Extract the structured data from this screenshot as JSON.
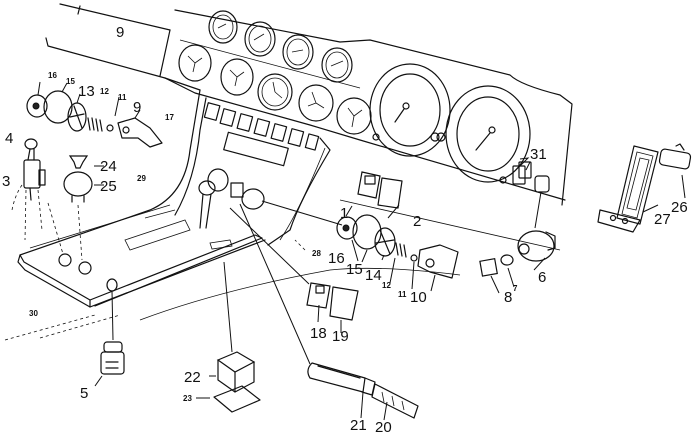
{
  "diagram": {
    "type": "exploded-parts-view",
    "subject": "dashboard instrument panel and center console with switches",
    "callouts": [
      {
        "id": "c9top",
        "label": "9",
        "size": "big"
      },
      {
        "id": "c16a",
        "label": "16",
        "size": "small"
      },
      {
        "id": "c15a",
        "label": "15",
        "size": "small"
      },
      {
        "id": "c13",
        "label": "13",
        "size": "big"
      },
      {
        "id": "c12a",
        "label": "12",
        "size": "small"
      },
      {
        "id": "c11a",
        "label": "11",
        "size": "small"
      },
      {
        "id": "c9",
        "label": "9",
        "size": "big"
      },
      {
        "id": "c17",
        "label": "17",
        "size": "small"
      },
      {
        "id": "c4",
        "label": "4",
        "size": "big"
      },
      {
        "id": "c3",
        "label": "3",
        "size": "big"
      },
      {
        "id": "c24",
        "label": "24",
        "size": "big"
      },
      {
        "id": "c25",
        "label": "25",
        "size": "big"
      },
      {
        "id": "c29",
        "label": "29",
        "size": "small"
      },
      {
        "id": "c31",
        "label": "31",
        "size": "big"
      },
      {
        "id": "c2",
        "label": "2",
        "size": "big"
      },
      {
        "id": "c1",
        "label": "1",
        "size": "big"
      },
      {
        "id": "c28",
        "label": "28",
        "size": "small"
      },
      {
        "id": "c16b",
        "label": "16",
        "size": "big"
      },
      {
        "id": "c15b",
        "label": "15",
        "size": "big"
      },
      {
        "id": "c14",
        "label": "14",
        "size": "big"
      },
      {
        "id": "c12b",
        "label": "12",
        "size": "small"
      },
      {
        "id": "c11b",
        "label": "11",
        "size": "small"
      },
      {
        "id": "c10",
        "label": "10",
        "size": "big"
      },
      {
        "id": "c6",
        "label": "6",
        "size": "big"
      },
      {
        "id": "c7",
        "label": "7",
        "size": "small"
      },
      {
        "id": "c8",
        "label": "8",
        "size": "big"
      },
      {
        "id": "c27",
        "label": "27",
        "size": "big"
      },
      {
        "id": "c26",
        "label": "26",
        "size": "big"
      },
      {
        "id": "c30",
        "label": "30",
        "size": "small"
      },
      {
        "id": "c5",
        "label": "5",
        "size": "big"
      },
      {
        "id": "c18",
        "label": "18",
        "size": "big"
      },
      {
        "id": "c19",
        "label": "19",
        "size": "big"
      },
      {
        "id": "c22",
        "label": "22",
        "size": "big"
      },
      {
        "id": "c23",
        "label": "23",
        "size": "small"
      },
      {
        "id": "c21",
        "label": "21",
        "size": "big"
      },
      {
        "id": "c20",
        "label": "20",
        "size": "big"
      }
    ],
    "colors": {
      "ink": "#111111",
      "paper": "#ffffff"
    }
  }
}
